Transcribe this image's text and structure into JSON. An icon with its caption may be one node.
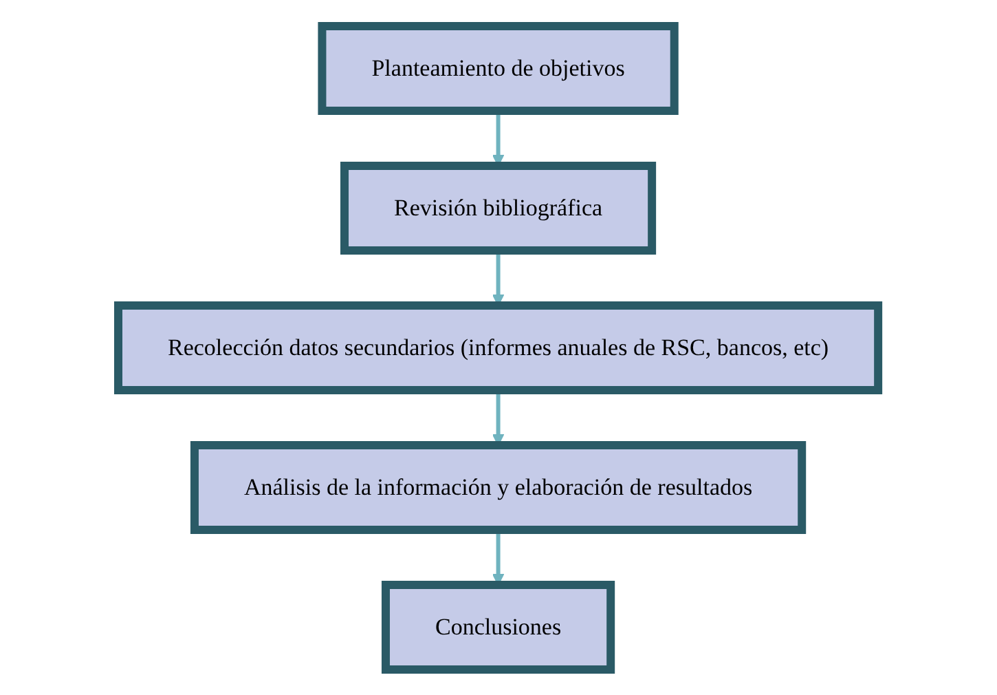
{
  "diagram": {
    "nodes": [
      {
        "text": [
          "Planteamiento de objetivos"
        ]
      },
      {
        "text": [
          "Revisión bibliográfica"
        ]
      },
      {
        "text": [
          "Recolección datos secundarios (informes anuales de RSC, bancos, etc)"
        ]
      },
      {
        "text": [
          "Análisis de la información y elaboración de resultados"
        ]
      },
      {
        "text": [
          "Conclusiones"
        ]
      }
    ],
    "edges": [
      {
        "from": 0,
        "to": 1,
        "arrow": "to"
      },
      {
        "from": 1,
        "to": 2,
        "arrow": "to"
      },
      {
        "from": 2,
        "to": 3,
        "arrow": "to"
      },
      {
        "from": 3,
        "to": 4,
        "arrow": "to"
      }
    ]
  }
}
